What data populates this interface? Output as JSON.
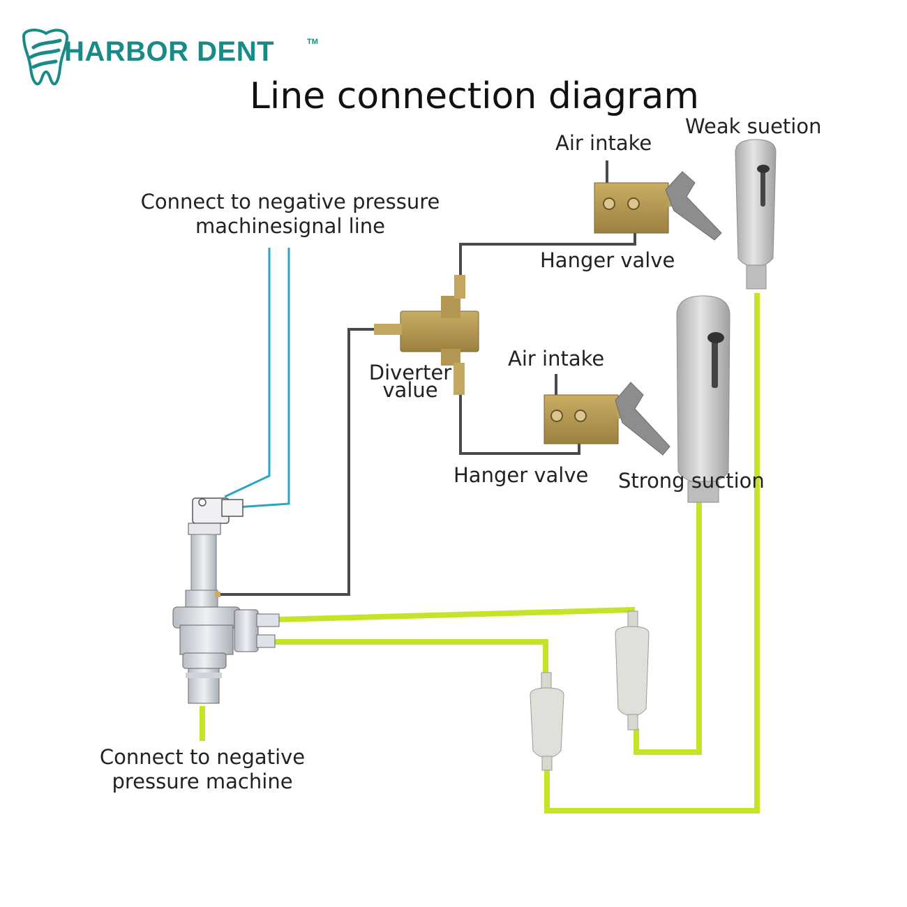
{
  "brand": {
    "name": "HARBOR DENT",
    "trademark": "TM",
    "color": "#1a8a86"
  },
  "title": "Line connection diagram",
  "labels": {
    "weak_suction": "Weak suetion",
    "air_intake_top": "Air intake",
    "connect_signal_line_1": "Connect to negative pressure",
    "connect_signal_line_2": "machinesignal line",
    "hanger_valve_top": "Hanger valve",
    "air_intake_bottom": "Air intake",
    "diverter_valve_1": "Diverter",
    "diverter_valve_2": "value",
    "hanger_valve_bottom": "Hanger valve",
    "strong_suction": "Strong suction",
    "connect_machine_1": "Connect to negative",
    "connect_machine_2": "pressure machine"
  },
  "colors": {
    "suction_tube": "#c6e32a",
    "signal_line": "#2aa6c4",
    "air_line": "#4a4a4a",
    "brass": "#b59a52",
    "handpiece": "#c9cbcb"
  }
}
